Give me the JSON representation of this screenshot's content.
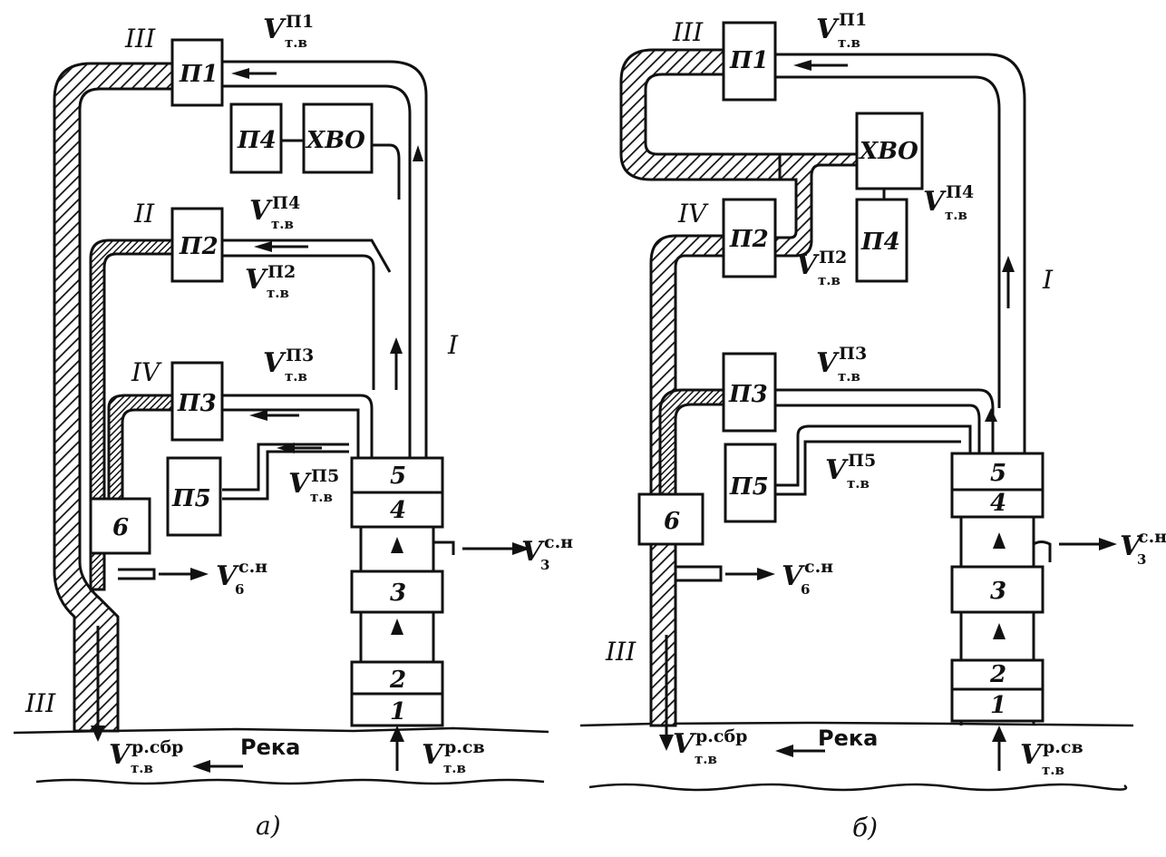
{
  "panel_a": {
    "caption": "а)",
    "box_labels": {
      "p1": "П1",
      "p2": "П2",
      "p3": "П3",
      "p4": "П4",
      "p5": "П5",
      "hvo": "ХВО",
      "b6": "6",
      "s1": "1",
      "s2": "2",
      "s3": "3",
      "s4": "4",
      "s5": "5"
    },
    "roman": {
      "iii_top": "III",
      "ii": "II",
      "iv": "IV",
      "i": "I",
      "iii_bottom": "III"
    },
    "flows": {
      "p1": {
        "v": "V",
        "sup": "П1",
        "sub": "т.в"
      },
      "p4": {
        "v": "V",
        "sup": "П4",
        "sub": "т.в"
      },
      "p2": {
        "v": "V",
        "sup": "П2",
        "sub": "т.в"
      },
      "p3": {
        "v": "V",
        "sup": "П3",
        "sub": "т.в"
      },
      "p5": {
        "v": "V",
        "sup": "П5",
        "sub": "т.в"
      },
      "v3": {
        "v": "V",
        "sup": "с.н",
        "sub": "3"
      },
      "v6": {
        "v": "V",
        "sup": "с.н",
        "sub": "6"
      },
      "sbr": {
        "v": "V",
        "sup": "р.сбр",
        "sub": "т.в"
      },
      "sv": {
        "v": "V",
        "sup": "р.св",
        "sub": "т.в"
      }
    },
    "river": "Река"
  },
  "panel_b": {
    "caption": "б)",
    "box_labels": {
      "p1": "П1",
      "p2": "П2",
      "p3": "П3",
      "p4": "П4",
      "p5": "П5",
      "hvo": "ХВО",
      "b6": "6",
      "s1": "1",
      "s2": "2",
      "s3": "3",
      "s4": "4",
      "s5": "5"
    },
    "roman": {
      "iii_top": "III",
      "iv": "IV",
      "i": "I",
      "iii_bottom": "III"
    },
    "flows": {
      "p1": {
        "v": "V",
        "sup": "П1",
        "sub": "т.в"
      },
      "p4": {
        "v": "V",
        "sup": "П4",
        "sub": "т.в"
      },
      "p2": {
        "v": "V",
        "sup": "П2",
        "sub": "т.в"
      },
      "p3": {
        "v": "V",
        "sup": "П3",
        "sub": "т.в"
      },
      "p5": {
        "v": "V",
        "sup": "П5",
        "sub": "т.в"
      },
      "v3": {
        "v": "V",
        "sup": "с.н",
        "sub": "3"
      },
      "v6": {
        "v": "V",
        "sup": "с.н",
        "sub": "6"
      },
      "sbr": {
        "v": "V",
        "sup": "р.сбр",
        "sub": "т.в"
      },
      "sv": {
        "v": "V",
        "sup": "р.св",
        "sub": "т.в"
      }
    },
    "river": "Река"
  }
}
